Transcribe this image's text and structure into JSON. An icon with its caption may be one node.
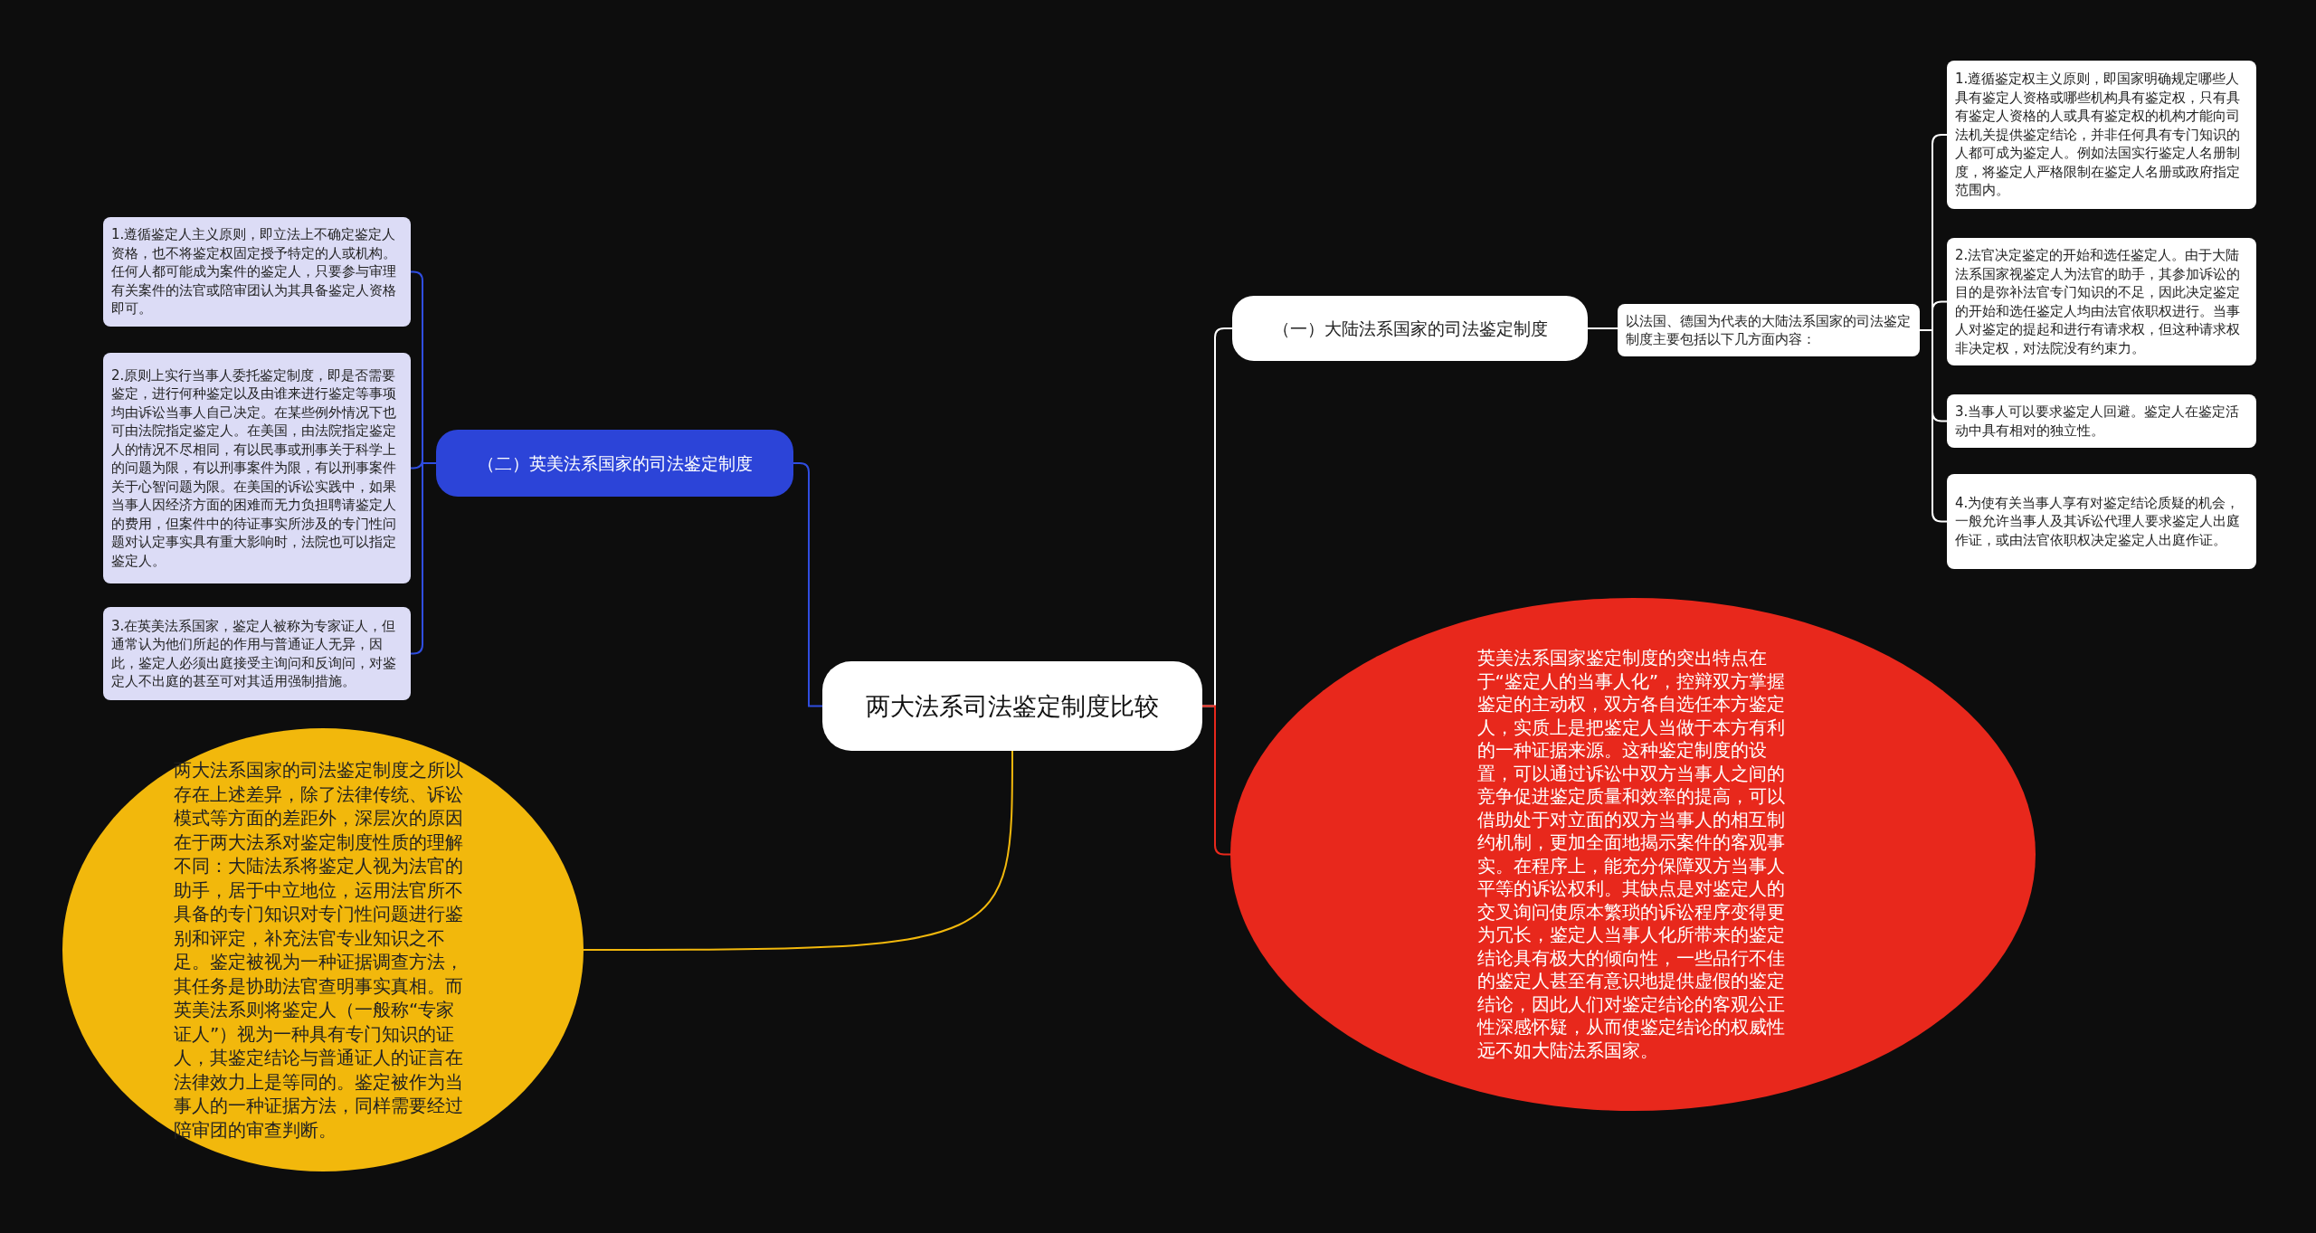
{
  "diagram": {
    "nodes": [
      {
        "text": [
          "两大法系司法鉴定制度比较"
        ]
      },
      {
        "text": [
          "（一）大陆法系国家的司法鉴定制度"
        ]
      },
      {
        "text": [
          "以法国、德国为代表的大陆法系国家的司法鉴定制度主要包括以下几方面内容："
        ]
      },
      {
        "text": [
          "1.遵循鉴定权主义原则，即国家明确规定哪些人具有鉴定人资格或哪些机构具有鉴定权，只有具有鉴定人资格的人或具有鉴定权的机构才能向司法机关提供鉴定结论，并非任何具有专门知识的人都可成为鉴定人。例如法国实行鉴定人名册制度，将鉴定人严格限制在鉴定人名册或政府指定范围内。"
        ]
      },
      {
        "text": [
          "2.法官决定鉴定的开始和选任鉴定人。由于大陆法系国家视鉴定人为法官的助手，其参加诉讼的目的是弥补法官专门知识的不足，因此决定鉴定的开始和选任鉴定人均由法官依职权进行。当事人对鉴定的提起和进行有请求权，但这种请求权非决定权，对法院没有约束力。"
        ]
      },
      {
        "text": [
          "3.当事人可以要求鉴定人回避。鉴定人在鉴定活动中具有相对的独立性。"
        ]
      },
      {
        "text": [
          "4.为使有关当事人享有对鉴定结论质疑的机会，一般允许当事人及其诉讼代理人要求鉴定人出庭作证，或由法官依职权决定鉴定人出庭作证。"
        ]
      },
      {
        "text": [
          "（二）英美法系国家的司法鉴定制度"
        ]
      },
      {
        "text": [
          "1.遵循鉴定人主义原则，即立法上不确定鉴定人资格，也不将鉴定权固定授予特定的人或机构。任何人都可能成为案件的鉴定人，只要参与审理有关案件的法官或陪审团认为其具备鉴定人资格即可。"
        ]
      },
      {
        "text": [
          "2.原则上实行当事人委托鉴定制度，即是否需要鉴定，进行何种鉴定以及由谁来进行鉴定等事项均由诉讼当事人自己决定。在某些例外情况下也可由法院指定鉴定人。在美国，由法院指定鉴定人的情况不尽相同，有以民事或刑事关于科学上的问题为限，有以刑事案件为限，有以刑事案件关于心智问题为限。在美国的诉讼实践中，如果当事人因经济方面的困难而无力负担聘请鉴定人的费用，但案件中的待证事实所涉及的专门性问题对认定事实具有重大影响时，法院也可以指定鉴定人。"
        ]
      },
      {
        "text": [
          "3.在英美法系国家，鉴定人被称为专家证人，但通常认为他们所起的作用与普通证人无异，因此，鉴定人必须出庭接受主询问和反询问，对鉴定人不出庭的甚至可对其适用强制措施。"
        ]
      },
      {
        "text": [
          "两大法系国家的司法鉴定制度之所以存在上述差异，除了法律传统、诉讼模式等方面的差距外，深层次的原因在于两大法系对鉴定制度性质的理解不同：大陆法系将鉴定人视为法官的助手，居于中立地位，运用法官所不具备的专门知识对专门性问题进行鉴别和评定，补充法官专业知识之不足。鉴定被视为一种证据调查方法，其任务是协助法官查明事实真相。而英美法系则将鉴定人（一般称“专家证人”）视为一种具有专门知识的证人，其鉴定结论与普通证人的证言在法律效力上是等同的。鉴定被作为当事人的一种证据方法，同样需要经过陪审团的审查判断。"
        ]
      },
      {
        "text": [
          "英美法系国家鉴定制度的突出特点在于“鉴定人的当事人化”，控辩双方掌握鉴定的主动权，双方各自选任本方鉴定人，实质上是把鉴定人当做于本方有利的一种证据来源。这种鉴定制度的设置，可以通过诉讼中双方当事人之间的竞争促进鉴定质量和效率的提高，可以借助处于对立面的双方当事人的相互制约机制，更加全面地揭示案件的客观事实。在程序上，能充分保障双方当事人平等的诉讼权利。其缺点是对鉴定人的交叉询问使原本繁琐的诉讼程序变得更为冗长，鉴定人当事人化所带来的鉴定结论具有极大的倾向性，一些品行不佳的鉴定人甚至有意识地提供虚假的鉴定结论，因此人们对鉴定结论的客观公正性深感怀疑，从而使鉴定结论的权威性远不如大陆法系国家。"
        ]
      }
    ],
    "edges": [
      {
        "from": 0,
        "to": 1,
        "arrow": "none"
      },
      {
        "from": 1,
        "to": 2,
        "arrow": "none"
      },
      {
        "from": 2,
        "to": 3,
        "arrow": "none"
      },
      {
        "from": 2,
        "to": 4,
        "arrow": "none"
      },
      {
        "from": 2,
        "to": 5,
        "arrow": "none"
      },
      {
        "from": 2,
        "to": 6,
        "arrow": "none"
      },
      {
        "from": 0,
        "to": 7,
        "arrow": "none",
        "color": "#2f4de0"
      },
      {
        "from": 7,
        "to": 8,
        "arrow": "none",
        "color": "#2f4de0"
      },
      {
        "from": 7,
        "to": 9,
        "arrow": "none",
        "color": "#2f4de0"
      },
      {
        "from": 7,
        "to": 10,
        "arrow": "none",
        "color": "#2f4de0"
      },
      {
        "from": 0,
        "to": 11,
        "arrow": "none",
        "color": "#f2b80c"
      },
      {
        "from": 0,
        "to": 12,
        "arrow": "none",
        "color": "#e8281c"
      }
    ]
  }
}
